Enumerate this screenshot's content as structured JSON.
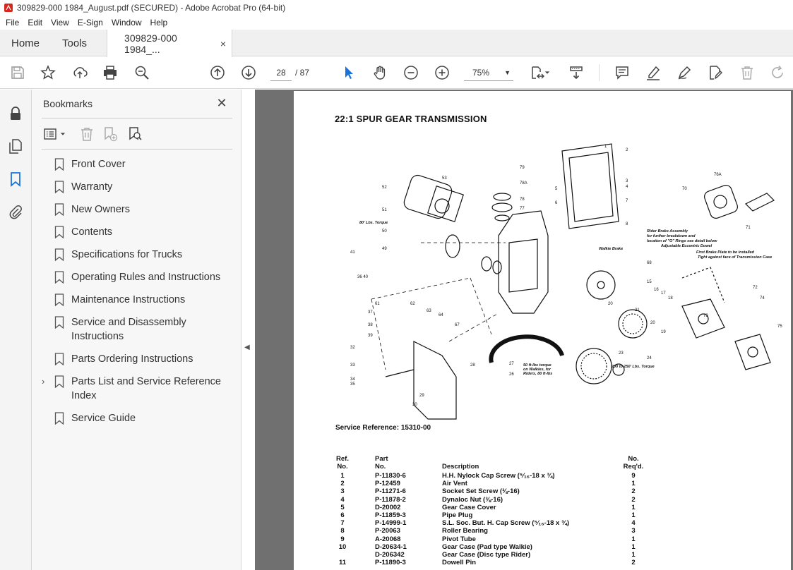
{
  "window": {
    "title": "309829-000 1984_August.pdf (SECURED) - Adobe Acrobat Pro (64-bit)"
  },
  "menu": [
    "File",
    "Edit",
    "View",
    "E-Sign",
    "Window",
    "Help"
  ],
  "tabs": {
    "home": "Home",
    "tools": "Tools",
    "document": "309829-000 1984_...",
    "close": "×"
  },
  "toolbar": {
    "page_current": "28",
    "page_total": "/ 87",
    "zoom": "75%"
  },
  "bookmarks": {
    "title": "Bookmarks",
    "close": "✕",
    "items": [
      {
        "label": "Front Cover",
        "expandable": false
      },
      {
        "label": "Warranty",
        "expandable": false
      },
      {
        "label": "New Owners",
        "expandable": false
      },
      {
        "label": "Contents",
        "expandable": false
      },
      {
        "label": "Specifications for Trucks",
        "expandable": false
      },
      {
        "label": "Operating Rules and Instructions",
        "expandable": false
      },
      {
        "label": "Maintenance Instructions",
        "expandable": false
      },
      {
        "label": "Service and Disassembly Instructions",
        "expandable": false
      },
      {
        "label": "Parts Ordering Instructions",
        "expandable": false
      },
      {
        "label": "Parts List and Service Reference Index",
        "expandable": true
      },
      {
        "label": "Service Guide",
        "expandable": false
      }
    ]
  },
  "document": {
    "heading": "22:1 SPUR GEAR TRANSMISSION",
    "service_reference": "Service Reference: 15310-00",
    "diagram_labels": {
      "torque_80": "80' Lbs. Torque",
      "walkie_brake": "Walkie Brake",
      "rider_brake": "Rider Brake Assembly",
      "rider_brake_note1": "for further breakdown and",
      "rider_brake_note2": "location of \"O\" Rings see detail below",
      "eccentric": "Adjustable Eccentric Dowel",
      "first_plate1": "First Brake Plate to be installed",
      "first_plate2": "Tight against face of Transmission Case",
      "torque_50a": "50 ft-lbs torque",
      "torque_50b": "on Walkies, for",
      "torque_50c": "Riders, 80 ft-lbs",
      "torque_200": "200 to 250' Lbs. Torque"
    },
    "table_headers": {
      "ref1": "Ref.",
      "ref2": "No.",
      "part1": "Part",
      "part2": "No.",
      "desc": "Description",
      "qty1": "No.",
      "qty2": "Req'd."
    },
    "parts": [
      {
        "ref": "1",
        "part": "P-11830-6",
        "desc": "H.H. Nylock Cap Screw (⁵⁄₁₆-18 x ¾)",
        "qty": "9"
      },
      {
        "ref": "2",
        "part": "P-12459",
        "desc": "Air Vent",
        "qty": "1"
      },
      {
        "ref": "3",
        "part": "P-11271-6",
        "desc": "Socket Set Screw (⅜-16)",
        "qty": "2"
      },
      {
        "ref": "4",
        "part": "P-11878-2",
        "desc": "Dynaloc Nut (⅜-16)",
        "qty": "2"
      },
      {
        "ref": "5",
        "part": "D-20002",
        "desc": "Gear Case Cover",
        "qty": "1"
      },
      {
        "ref": "6",
        "part": "P-11859-3",
        "desc": "Pipe Plug",
        "qty": "1"
      },
      {
        "ref": "7",
        "part": "P-14999-1",
        "desc": "S.L. Soc. But. H. Cap Screw (⁵⁄₁₆-18 x ¾)",
        "qty": "4"
      },
      {
        "ref": "8",
        "part": "P-20063",
        "desc": "Roller Bearing",
        "qty": "3"
      },
      {
        "ref": "9",
        "part": "A-20068",
        "desc": "Pivot Tube",
        "qty": "1"
      },
      {
        "ref": "10",
        "part": "D-20634-1",
        "desc": "Gear Case (Pad type Walkie)",
        "qty": "1"
      },
      {
        "ref": "",
        "part": "D-206342",
        "desc": "Gear Case (Disc type Rider)",
        "qty": "1"
      },
      {
        "ref": "11",
        "part": "P-11890-3",
        "desc": "Dowell Pin",
        "qty": "2"
      }
    ]
  }
}
